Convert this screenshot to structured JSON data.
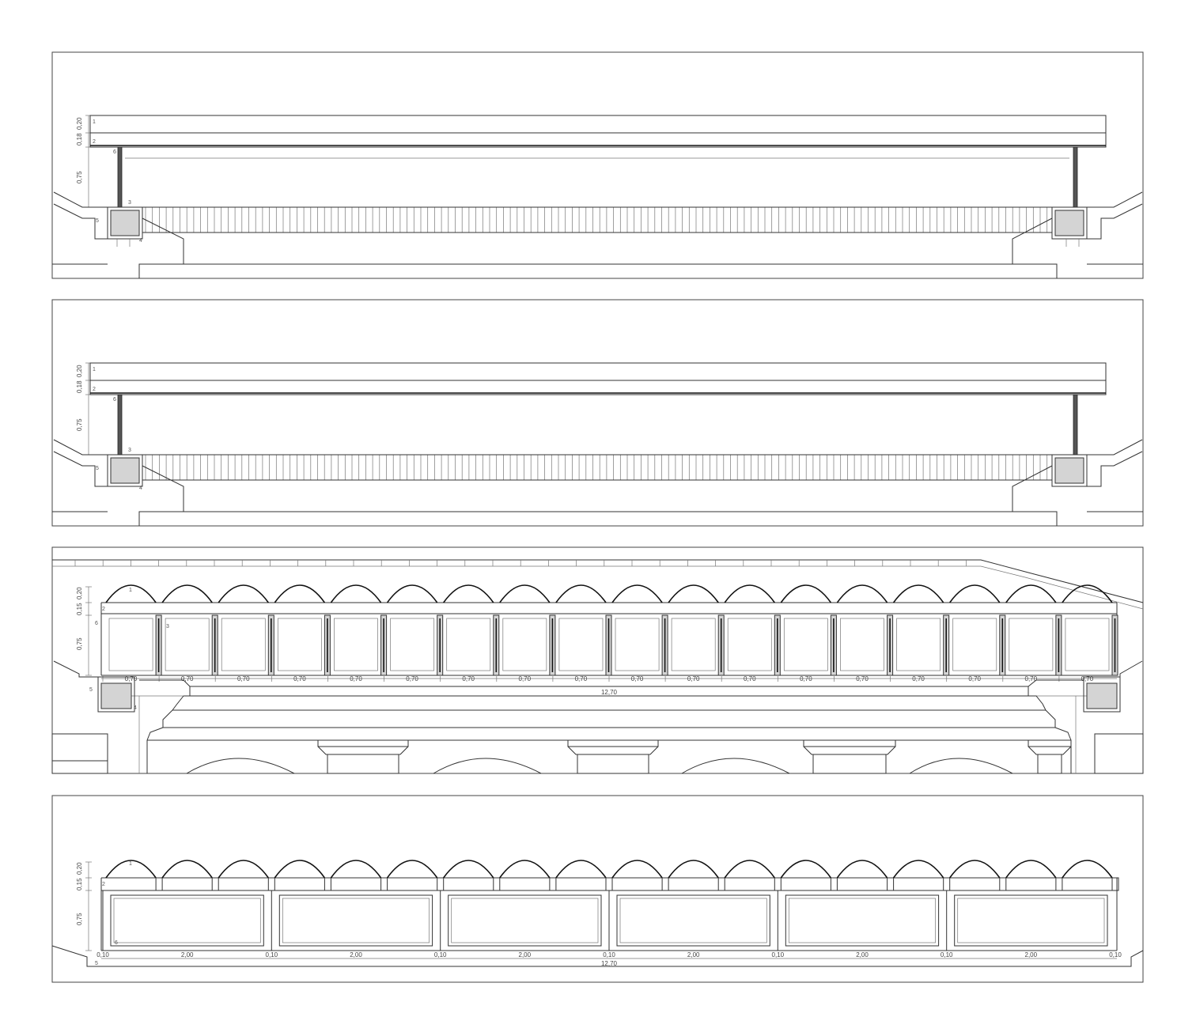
{
  "panels": [
    {
      "id": "section-1",
      "vertical_dims": [
        "0,20",
        "0,18",
        "0,75"
      ],
      "labels": [
        "1",
        "2",
        "3",
        "4",
        "5",
        "6"
      ]
    },
    {
      "id": "section-2",
      "vertical_dims": [
        "0,20",
        "0,18",
        "0,75"
      ],
      "labels": [
        "1",
        "2",
        "3",
        "4",
        "5",
        "6"
      ]
    },
    {
      "id": "elevation-1",
      "vertical_dims": [
        "0,20",
        "0,15",
        "0,75"
      ],
      "labels": [
        "1",
        "2",
        "3",
        "4",
        "5",
        "6"
      ],
      "module_dims": [
        "0,70",
        "0,70",
        "0,70",
        "0,70",
        "0,70",
        "0,70",
        "0,70",
        "0,70",
        "0,70",
        "0,70",
        "0,70",
        "0,70",
        "0,70",
        "0,70",
        "0,70",
        "0,70",
        "0,70",
        "0,70"
      ],
      "total_dim": "12,70"
    },
    {
      "id": "elevation-2",
      "vertical_dims": [
        "0,20",
        "0,15",
        "0,75"
      ],
      "labels": [
        "1",
        "2",
        "5",
        "6"
      ],
      "post_dims": [
        "0,10",
        "0,10",
        "0,10",
        "0,10",
        "0,10",
        "0,10",
        "0,10"
      ],
      "panel_dims": [
        "2,00",
        "2,00",
        "2,00",
        "2,00",
        "2,00",
        "2,00"
      ],
      "total_dim": "12,70"
    }
  ]
}
